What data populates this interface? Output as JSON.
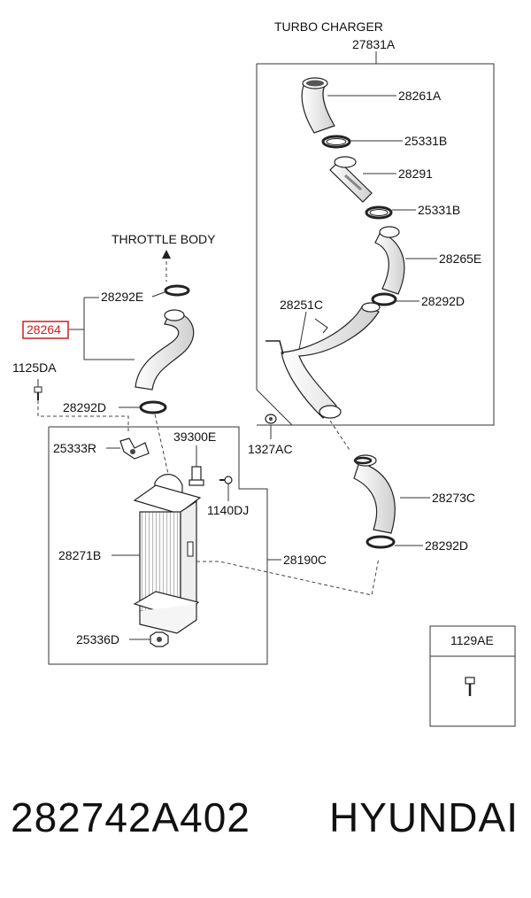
{
  "labels": {
    "turbo_charger": "TURBO CHARGER",
    "p27831A": "27831A",
    "p28261A": "28261A",
    "p25331B_top": "25331B",
    "p28291": "28291",
    "p25331B_bot": "25331B",
    "p28265E": "28265E",
    "p28292D_right": "28292D",
    "p28251C": "28251C",
    "p1327AC": "1327AC",
    "throttle_body": "THROTTLE BODY",
    "p28292E": "28292E",
    "p28264": "28264",
    "p1125DA": "1125DA",
    "p28292D_left": "28292D",
    "p25333R": "25333R",
    "p39300E": "39300E",
    "p1140DJ": "1140DJ",
    "p28271B": "28271B",
    "p28190C": "28190C",
    "p25336D": "25336D",
    "p28273C": "28273C",
    "p28292D_low": "28292D",
    "p1129AE": "1129AE"
  },
  "highlight_color": "#cc1f1f",
  "footer": {
    "part_number": "282742A402",
    "brand": "HYUNDAI"
  }
}
